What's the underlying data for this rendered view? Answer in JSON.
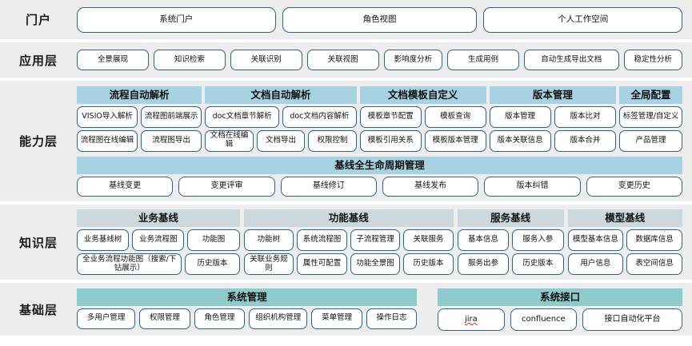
{
  "colors": {
    "row_background": "#ededed",
    "pill_border": "#2d6484",
    "group_header_blue": "#a8d2e2",
    "group_header_gray": "#cdd8dc",
    "group_header_teal": "#8fcbcd",
    "page_background": "#ffffff"
  },
  "layers": [
    {
      "label": "门户",
      "items": [
        "系统门户",
        "角色视图",
        "个人工作空间"
      ]
    },
    {
      "label": "应用层",
      "items": [
        "全景展现",
        "知识检索",
        "关联识别",
        "关联视图",
        "影响度分析",
        "生成用例",
        "自动生成导出文档",
        "稳定性分析"
      ]
    },
    {
      "label": "能力层",
      "groups": [
        {
          "title": "流程自动解析",
          "row1": [
            "VISIO导入解析",
            "流程图前端展示"
          ],
          "row2": [
            "流程图在线编辑",
            "流程图导出"
          ]
        },
        {
          "title": "文档自动解析",
          "row1": [
            "doc文档章节解析",
            "doc文档内容解析"
          ],
          "row2": [
            "文档在线编辑",
            "文档导出",
            "权限控制"
          ]
        },
        {
          "title": "文档模板自定义",
          "row1": [
            "模板章节配置",
            "模板查询"
          ],
          "row2": [
            "模板引用关系",
            "模板版本管理"
          ]
        },
        {
          "title": "版本管理",
          "row1": [
            "版本管理",
            "版本比对"
          ],
          "row2": [
            "版本关联信息",
            "版本合并"
          ]
        },
        {
          "title": "全局配置",
          "row1": [
            "标签管理/自定义"
          ],
          "row2": [
            "产品管理"
          ]
        }
      ],
      "lifecycle": {
        "title": "基线全生命周期管理",
        "items": [
          "基线变更",
          "变更评审",
          "基线修订",
          "基线发布",
          "版本纠错",
          "变更历史"
        ]
      }
    },
    {
      "label": "知识层",
      "groups": [
        {
          "title": "业务基线",
          "row1": [
            "业务基线树",
            "业务流程图",
            "功能图"
          ],
          "row2": [
            "全业务流程功能图（搜索/下钻展示）",
            "历史版本"
          ]
        },
        {
          "title": "功能基线",
          "row1": [
            "功能树",
            "系统流程图",
            "子流程管理",
            "关联服务"
          ],
          "row2": [
            "关联业务规则",
            "属性可配置",
            "功能全景图",
            "历史版本"
          ]
        },
        {
          "title": "服务基线",
          "row1": [
            "基本信息",
            "服务入参"
          ],
          "row2": [
            "服务出参",
            "历史版本"
          ]
        },
        {
          "title": "模型基线",
          "row1": [
            "模型基本信息",
            "数据库信息"
          ],
          "row2": [
            "用户信息",
            "表空间信息"
          ]
        }
      ]
    },
    {
      "label": "基础层",
      "groups": [
        {
          "title": "系统管理",
          "items": [
            "多用户管理",
            "权限管理",
            "角色管理",
            "组织机构管理",
            "菜单管理",
            "操作日志"
          ]
        },
        {
          "title": "系统接口",
          "items": [
            "jira",
            "confluence",
            "接口自动化平台"
          ]
        }
      ]
    }
  ]
}
